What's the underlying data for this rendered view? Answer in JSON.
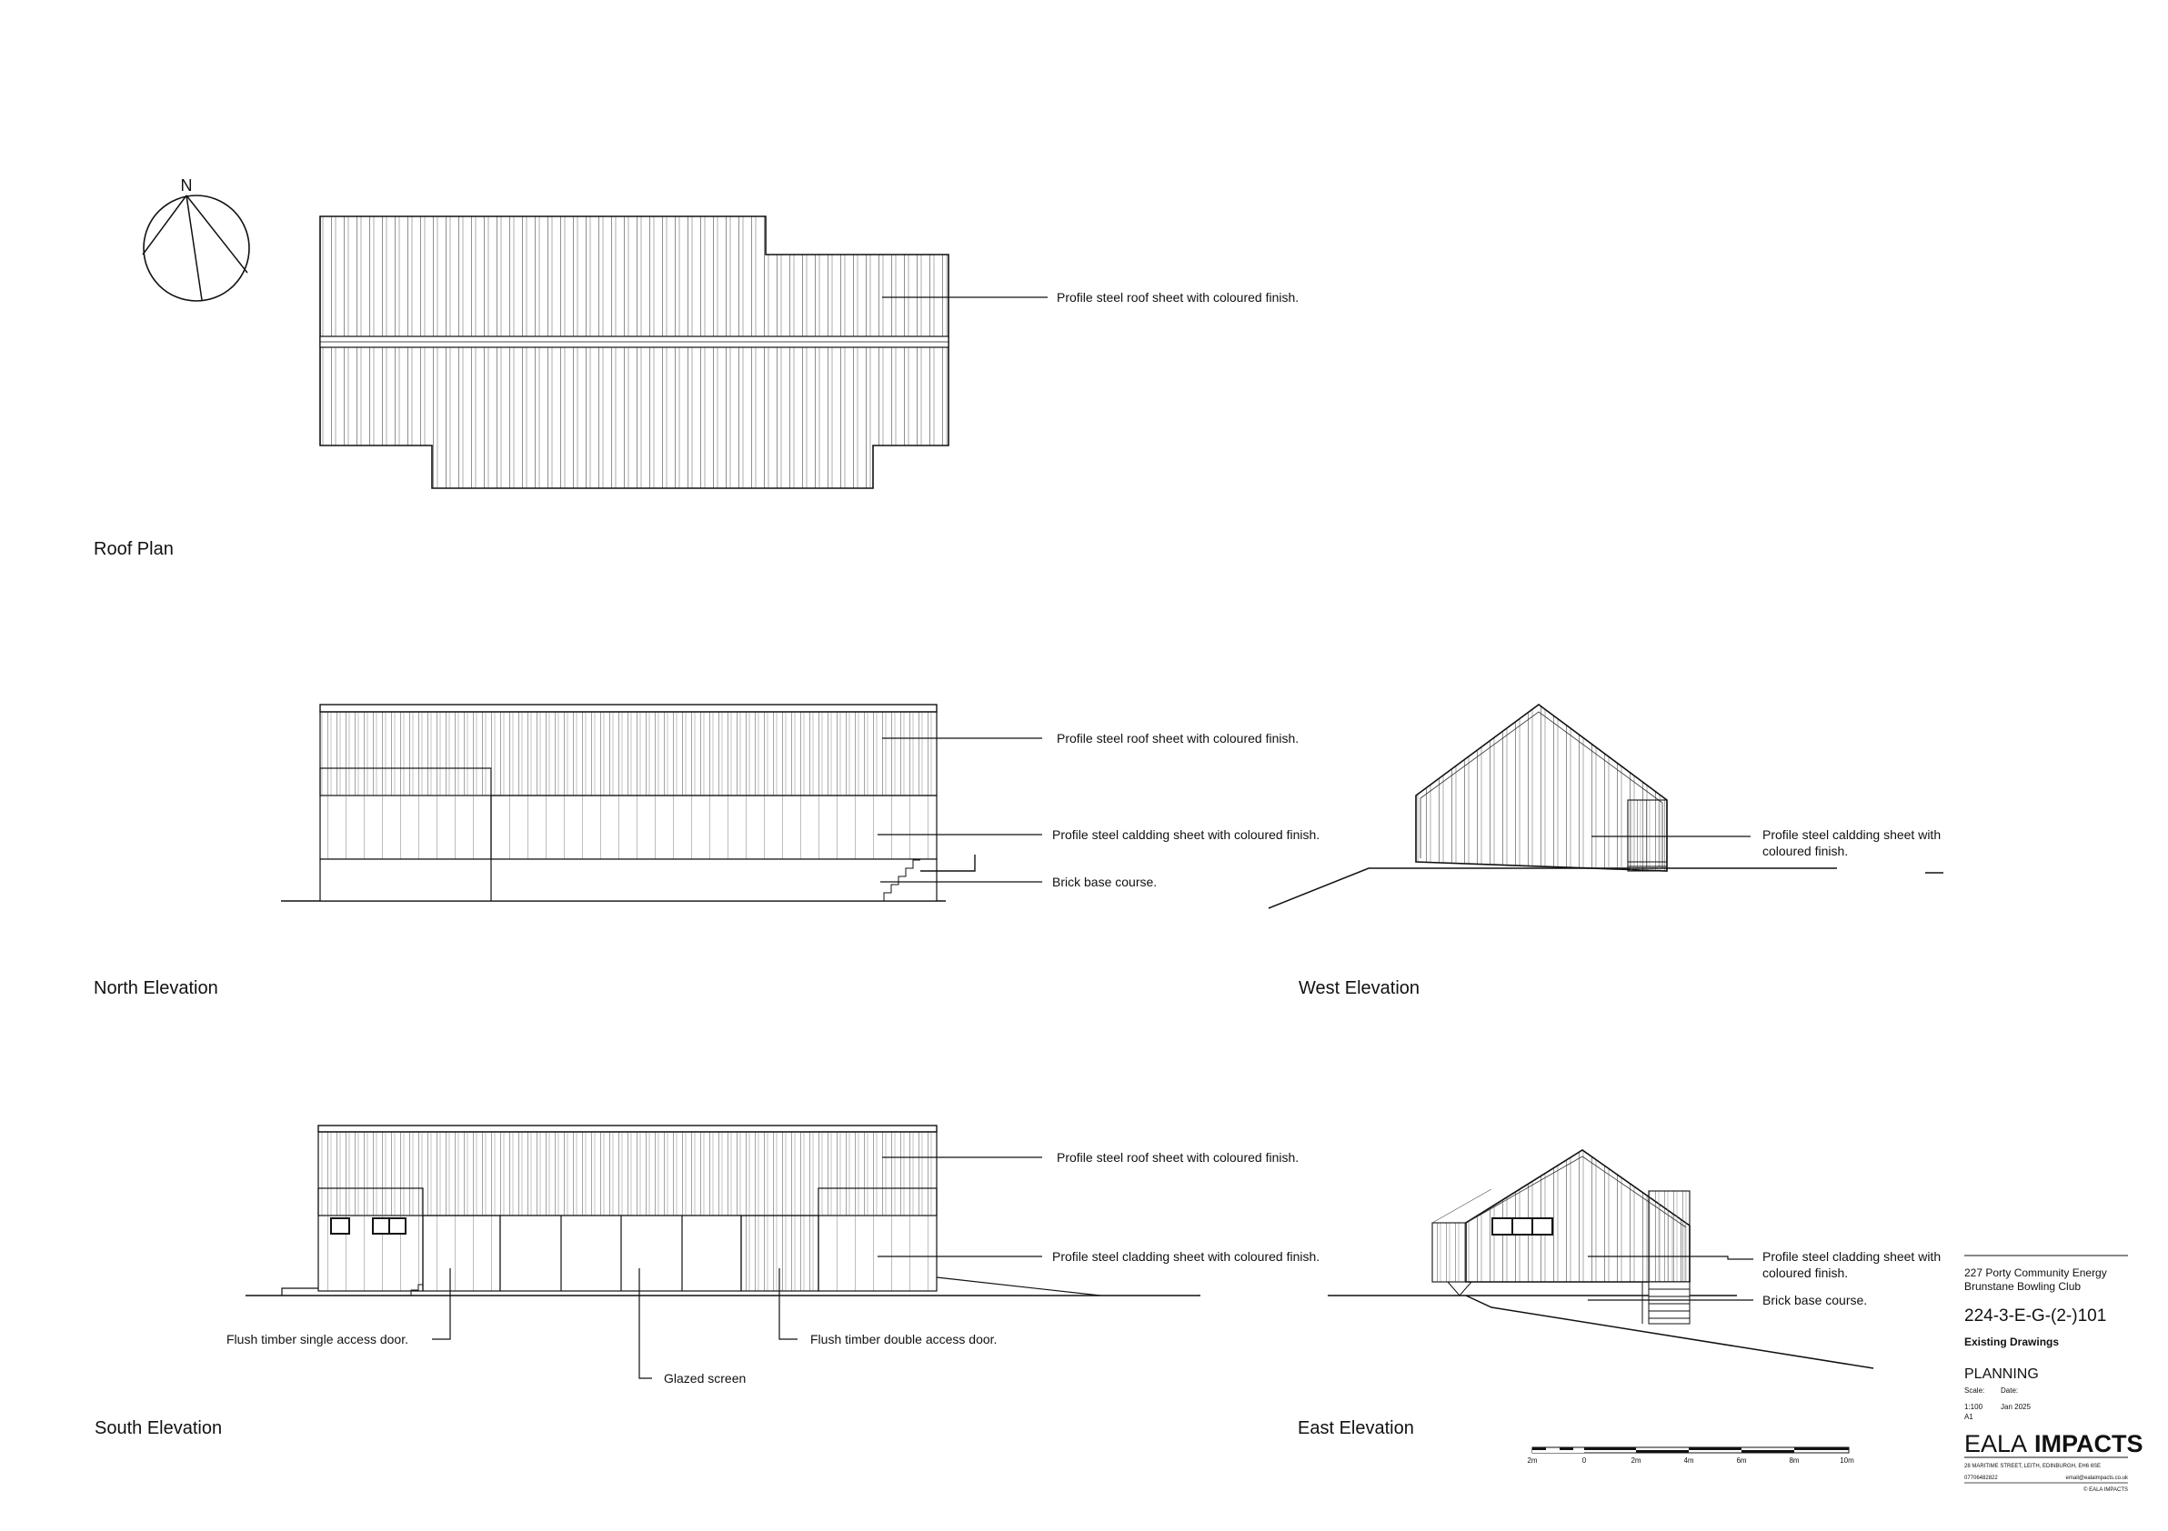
{
  "views": {
    "roof_plan": {
      "title": "Roof Plan",
      "notes": [
        "Profile steel roof sheet with coloured finish."
      ]
    },
    "north_elevation": {
      "title": "North Elevation",
      "notes": [
        "Profile steel roof sheet with coloured finish.",
        "Profile steel caldding sheet with coloured finish.",
        "Brick base course."
      ]
    },
    "west_elevation": {
      "title": "West Elevation",
      "notes": [
        "Profile steel caldding sheet with",
        "coloured finish."
      ]
    },
    "south_elevation": {
      "title": "South Elevation",
      "notes": [
        "Profile steel roof sheet with coloured finish.",
        "Profile steel cladding sheet with coloured finish.",
        "Flush timber single access door.",
        "Flush timber double access door.",
        "Glazed screen"
      ]
    },
    "east_elevation": {
      "title": "East Elevation",
      "notes": [
        "Profile steel cladding sheet with",
        "coloured finish.",
        "Brick base course."
      ]
    }
  },
  "north_arrow": {
    "label": "N"
  },
  "scale_bar": {
    "labels": [
      "2m",
      "0",
      "2m",
      "4m",
      "6m",
      "8m",
      "10m"
    ]
  },
  "title_block": {
    "client": "227 Porty Community Energy",
    "project": "Brunstane Bowling Club",
    "drawing_number": "224-3-E-G-(2-)101",
    "drawing_title": "Existing Drawings",
    "status": "PLANNING",
    "scale_label": "Scale:",
    "date_label": "Date:",
    "scale_value": "1:100",
    "sheet_size": "A1",
    "date_value": "Jan 2025",
    "company_light": "EALA",
    "company_bold": "IMPACTS",
    "address": "28 MARITIME STREET, LEITH, EDINBURGH, EH6 6SE",
    "phone": "07706482822",
    "email": "email@ealaimpacts.co.uk",
    "copyright": "© EALA IMPACTS"
  }
}
